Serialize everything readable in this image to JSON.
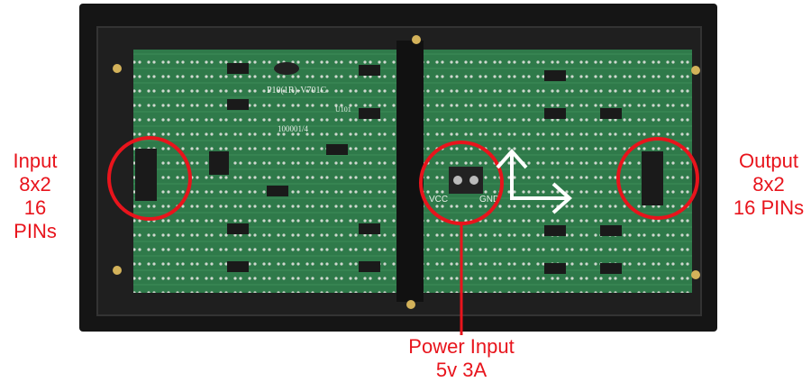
{
  "labels": {
    "input": [
      "Input",
      "8x2",
      "16 PINs"
    ],
    "output": [
      "Output",
      "8x2",
      "16 PINs"
    ],
    "power": [
      "Power Input",
      "5v 3A"
    ]
  },
  "board_text": {
    "model": "P10(1R)-V701C",
    "serial": "100001/4",
    "ref": "U101",
    "vcc": "VCC",
    "gnd": "GND"
  },
  "colors": {
    "annotation": "#e8141c",
    "pcb": "#2f7a4a",
    "frame": "#151515",
    "arrow": "#ffffff"
  }
}
